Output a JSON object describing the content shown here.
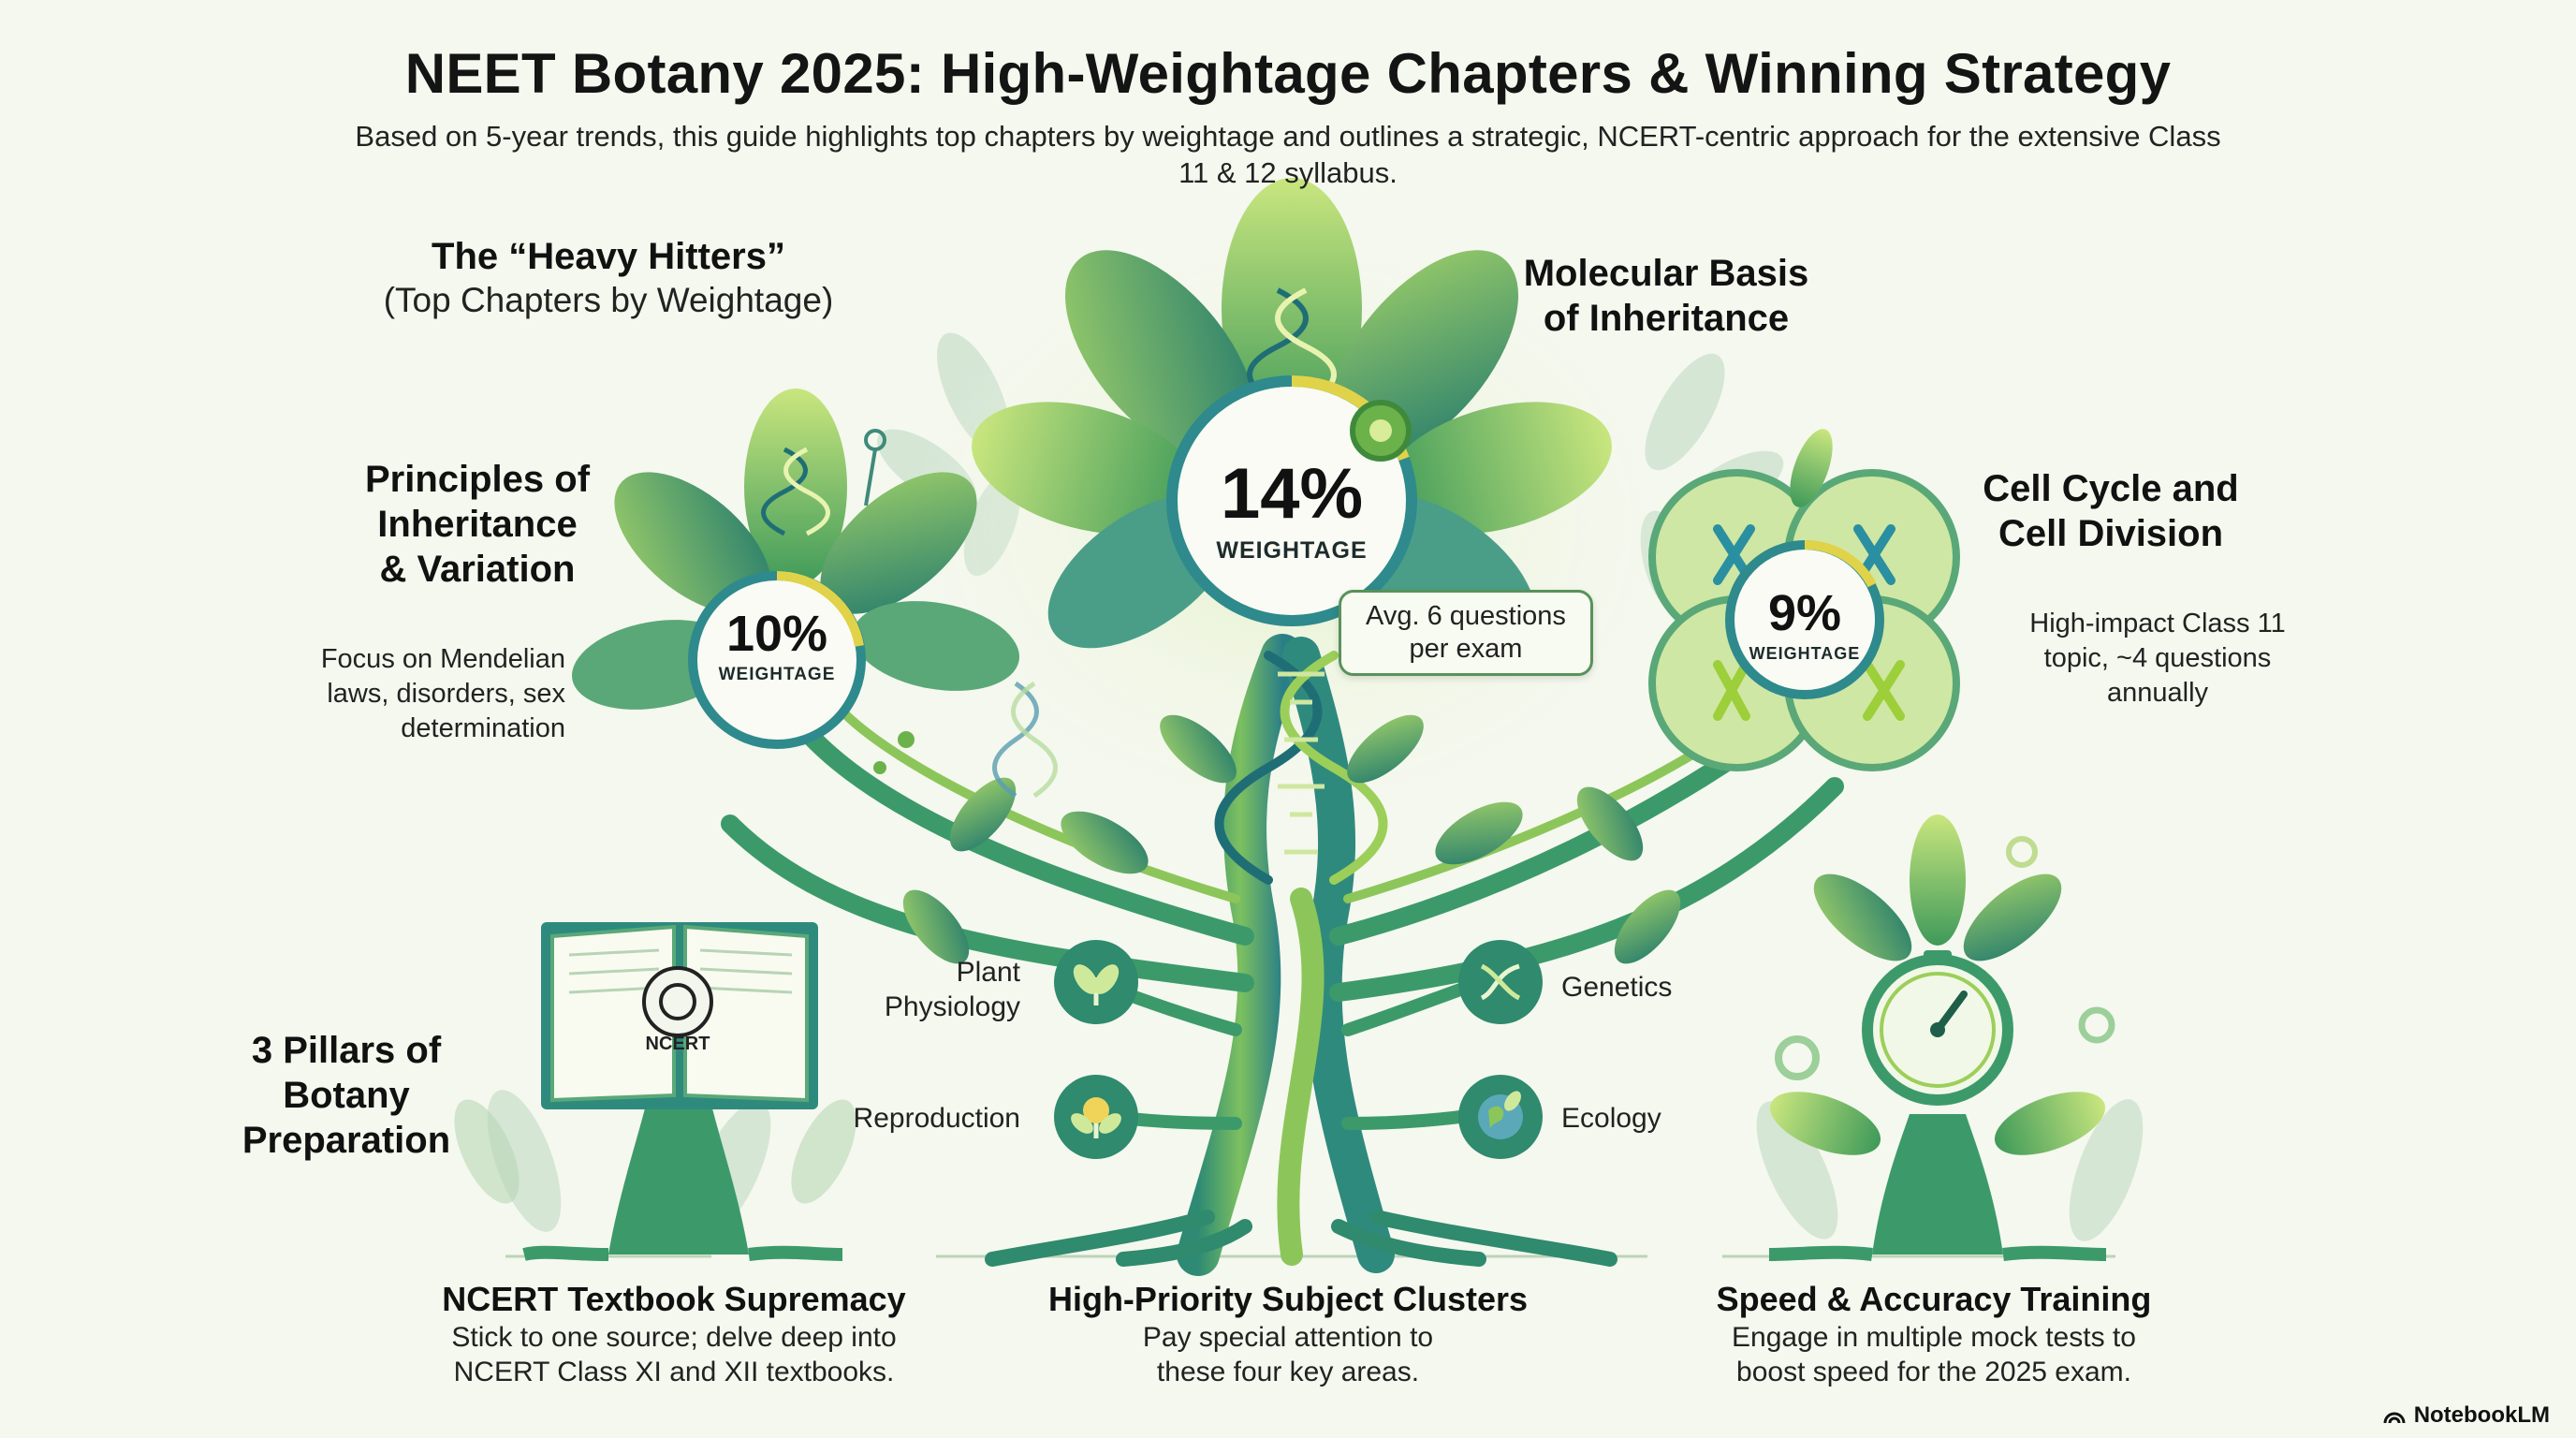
{
  "header": {
    "title": "NEET Botany 2025: High-Weightage Chapters & Winning Strategy",
    "subtitle": "Based on 5-year trends, this guide highlights top chapters by weightage and outlines a strategic, NCERT-centric approach for the extensive Class 11 & 12 syllabus."
  },
  "heavy_hitters": {
    "title": "The “Heavy Hitters”",
    "subtitle": "(Top Chapters by Weightage)"
  },
  "chapters": [
    {
      "name_line1": "Molecular Basis",
      "name_line2": "of Inheritance",
      "percent": "14%",
      "weightage_label": "WEIGHTAGE",
      "note_line1": "Avg. 6 questions",
      "note_line2": "per exam"
    },
    {
      "name_line1": "Principles of",
      "name_line2": "Inheritance",
      "name_line3": "& Variation",
      "percent": "10%",
      "weightage_label": "WEIGHTAGE",
      "desc_line1": "Focus on Mendelian",
      "desc_line2": "laws, disorders, sex",
      "desc_line3": "determination"
    },
    {
      "name_line1": "Cell Cycle and",
      "name_line2": "Cell Division",
      "percent": "9%",
      "weightage_label": "WEIGHTAGE",
      "desc_line1": "High-impact Class 11",
      "desc_line2": "topic, ~4 questions",
      "desc_line3": "annually"
    }
  ],
  "pillars": {
    "title_line1": "3 Pillars of",
    "title_line2": "Botany",
    "title_line3": "Preparation",
    "book_label": "NCERT",
    "items": [
      {
        "title": "NCERT Textbook Supremacy",
        "line1": "Stick to one source; delve deep into",
        "line2": "NCERT Class XI and XII textbooks."
      },
      {
        "title": "High-Priority Subject Clusters",
        "line1": "Pay special attention to",
        "line2": "these four key areas."
      },
      {
        "title": "Speed & Accuracy Training",
        "line1": "Engage in multiple mock tests to",
        "line2": "boost speed for the 2025 exam."
      }
    ]
  },
  "clusters": {
    "plant_physiology_line1": "Plant",
    "plant_physiology_line2": "Physiology",
    "reproduction": "Reproduction",
    "genetics": "Genetics",
    "ecology": "Ecology"
  },
  "brand": {
    "label": "NotebookLM"
  },
  "colors": {
    "background": "#f5f8ee",
    "leaf_light": "#a9d46a",
    "leaf_dark": "#2f8a5e",
    "teal": "#2a8fa0",
    "ring_yellow": "#e0d34a"
  }
}
